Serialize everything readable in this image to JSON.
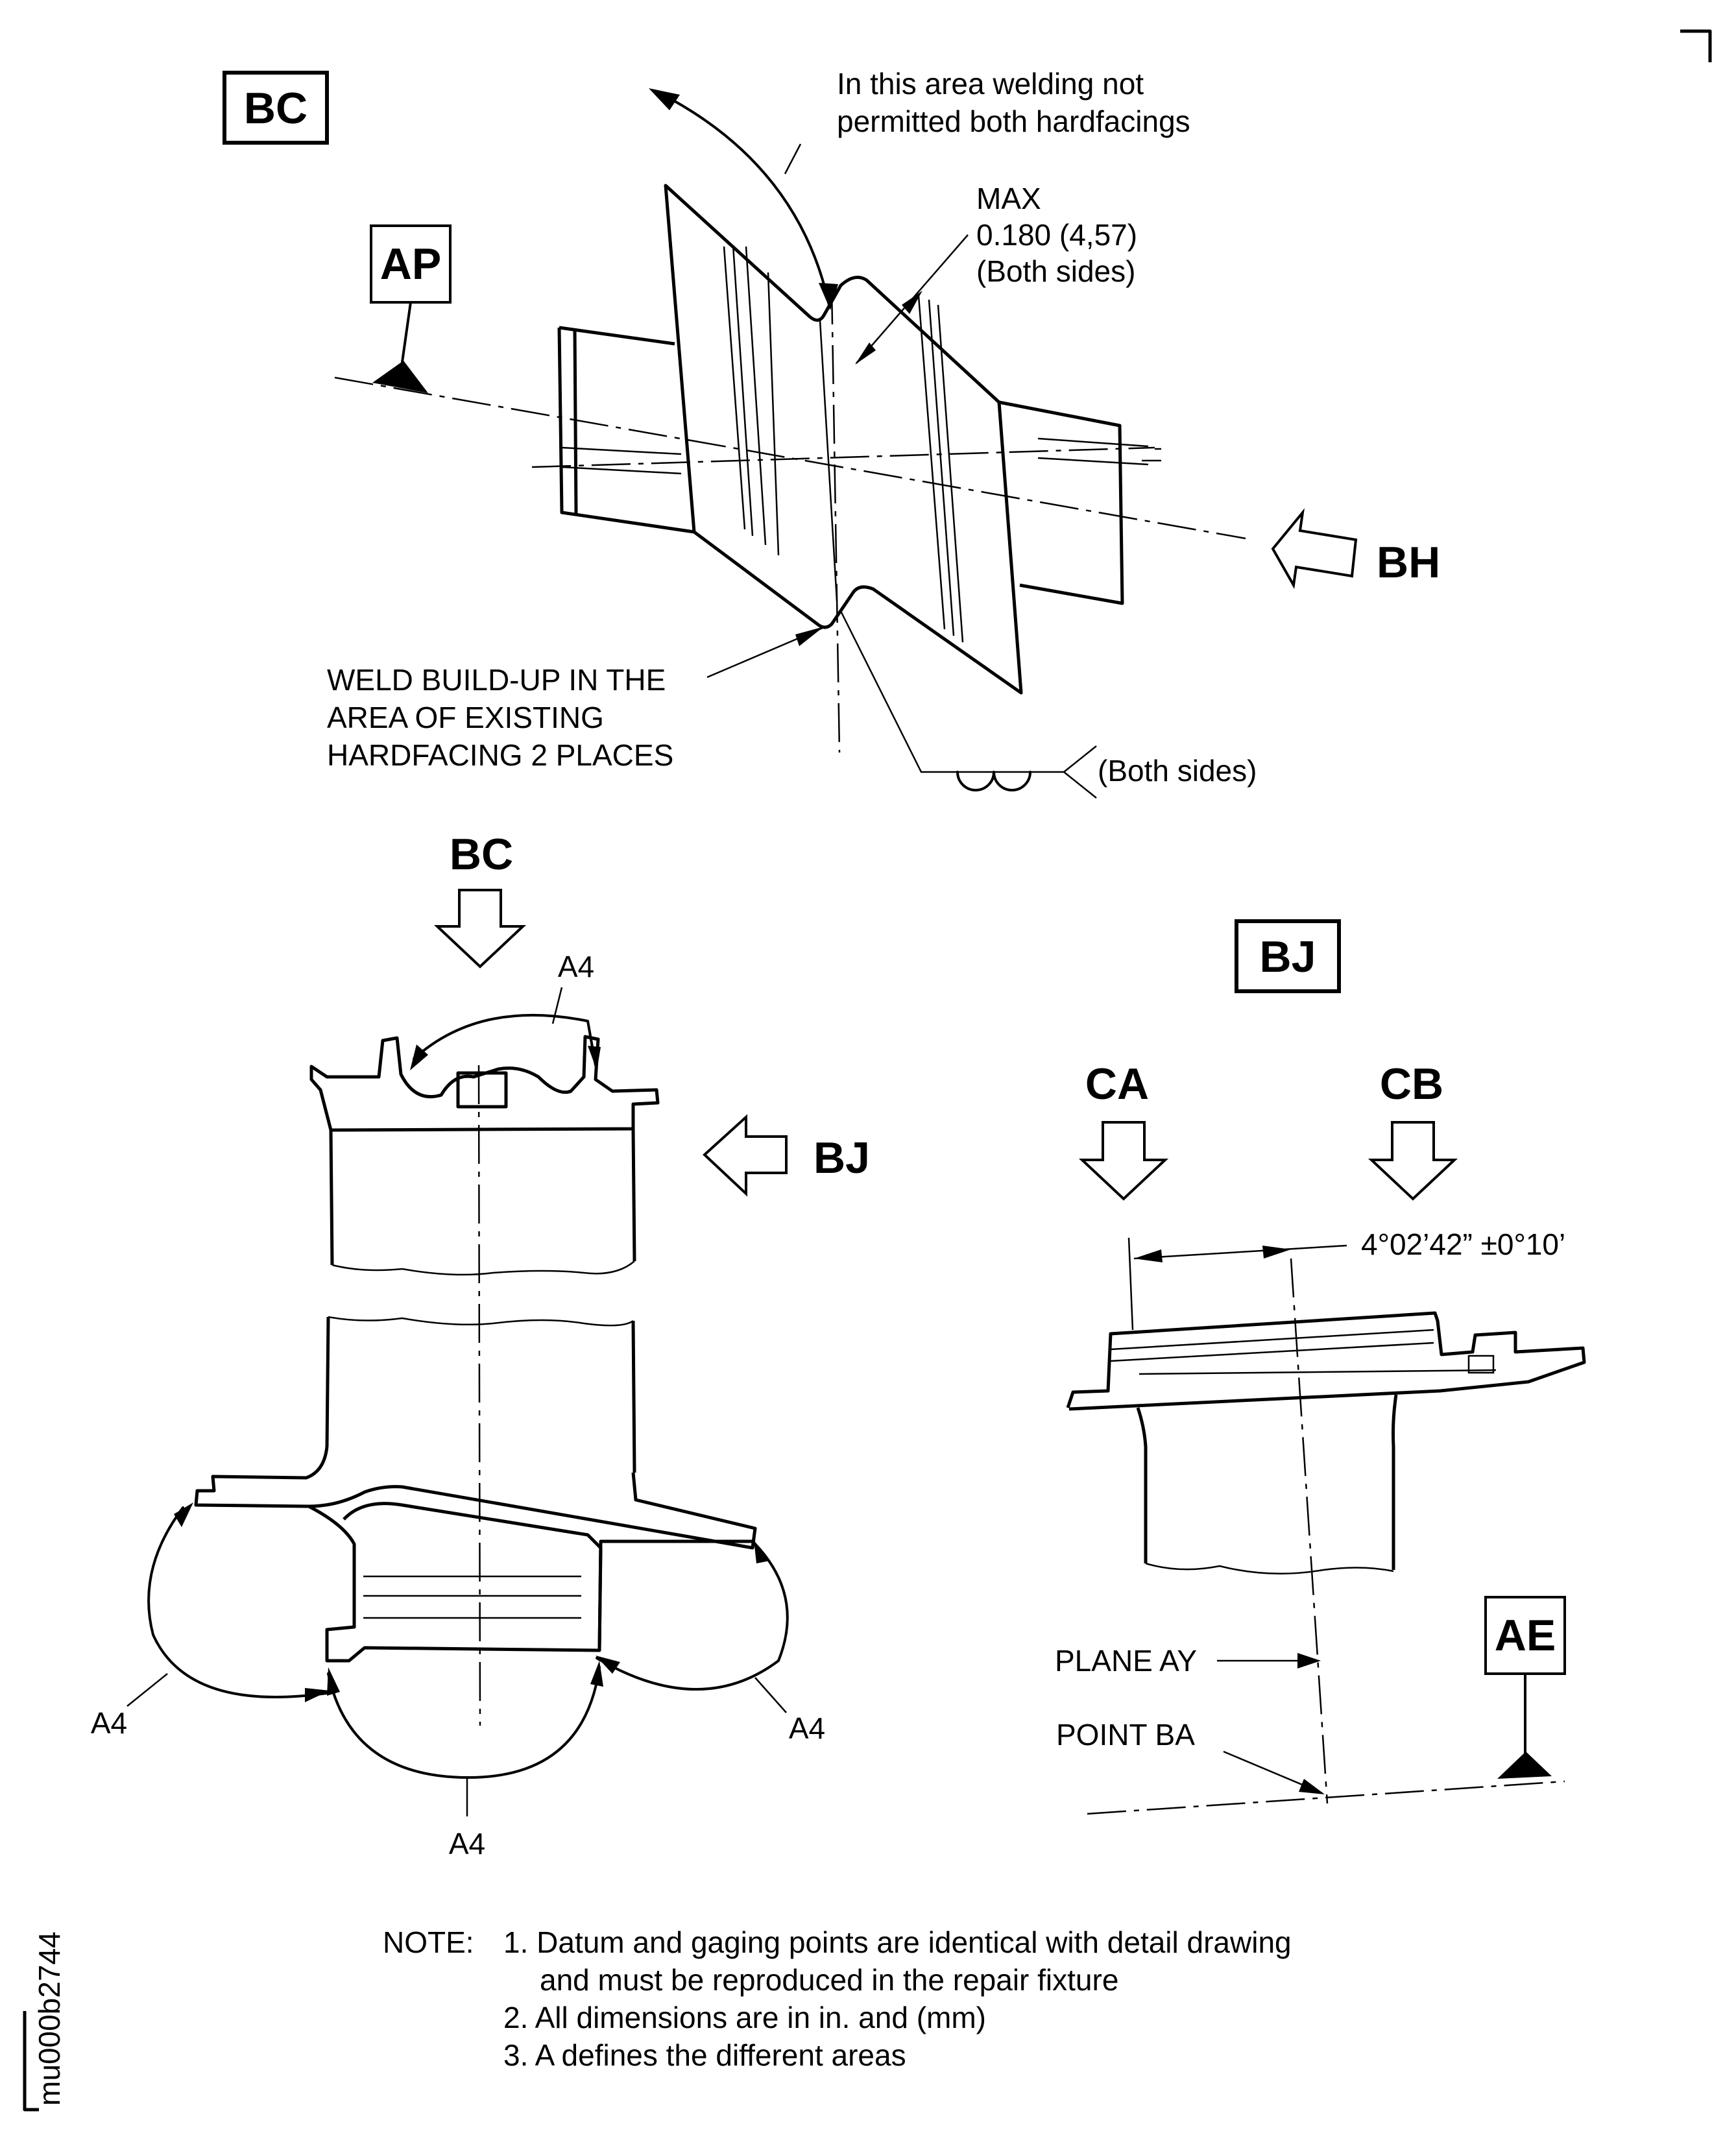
{
  "views": {
    "bc_title": "BC",
    "bc_arrow": "BC",
    "bj_title": "BJ",
    "bj_arrow": "BJ",
    "bh_arrow": "BH",
    "ca_arrow": "CA",
    "cb_arrow": "CB"
  },
  "datums": {
    "ap": "AP",
    "ae": "AE"
  },
  "callouts": {
    "no_weld_1": "In this area welding not",
    "no_weld_2": "permitted both hardfacings",
    "max_1": "MAX",
    "max_2": "0.180 (4,57)",
    "max_3": "(Both sides)",
    "weld_1": "WELD BUILD-UP IN THE",
    "weld_2": "AREA OF EXISTING",
    "weld_3": "HARDFACING 2 PLACES",
    "both_sides": "(Both sides)",
    "angle": "4°02’42” ±0°10’",
    "plane_ay": "PLANE AY",
    "point_ba": "POINT BA"
  },
  "area_labels": {
    "top": "A4",
    "left": "A4",
    "right": "A4",
    "bottom": "A4"
  },
  "notes": {
    "heading": "NOTE:",
    "n1a": "1. Datum and gaging points are identical with detail drawing",
    "n1b": "and must be reproduced in the repair fixture",
    "n2": "2. All dimensions are in in. and (mm)",
    "n3": "3. A defines the different areas"
  },
  "figure_id": "mu000b2744"
}
